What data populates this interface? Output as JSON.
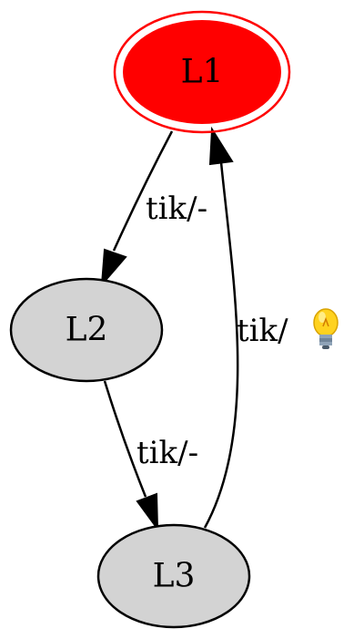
{
  "nodes": [
    {
      "id": "L1",
      "label": "L1",
      "fill": "#ff0000",
      "stroke": "#ff0000",
      "initial": true
    },
    {
      "id": "L2",
      "label": "L2",
      "fill": "#d3d3d3",
      "stroke": "#000000"
    },
    {
      "id": "L3",
      "label": "L3",
      "fill": "#d3d3d3",
      "stroke": "#000000"
    }
  ],
  "edges": [
    {
      "from": "L1",
      "to": "L2",
      "label": "tik/-"
    },
    {
      "from": "L2",
      "to": "L3",
      "label": "tik/-"
    },
    {
      "from": "L3",
      "to": "L1",
      "label": "tik/",
      "icon": "lightbulb-icon"
    }
  ]
}
